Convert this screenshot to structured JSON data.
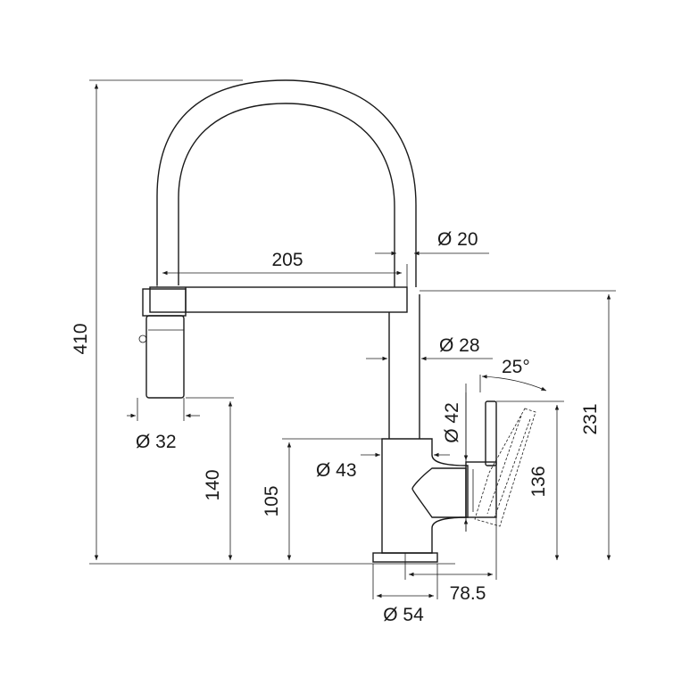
{
  "dimensions": {
    "overall_height": "410",
    "spout_reach": "205",
    "hose_diameter": "Ø 20",
    "column_diameter": "Ø 28",
    "lever_angle": "25°",
    "lever_diameter": "Ø 42",
    "body_height": "231",
    "lever_height": "136",
    "body_diameter": "Ø 43",
    "spray_diameter": "Ø 32",
    "spray_height": "140",
    "body_base_height": "105",
    "lever_offset": "78.5",
    "base_diameter": "Ø 54"
  },
  "colors": {
    "line": "#1a1a1a",
    "background": "#ffffff"
  }
}
